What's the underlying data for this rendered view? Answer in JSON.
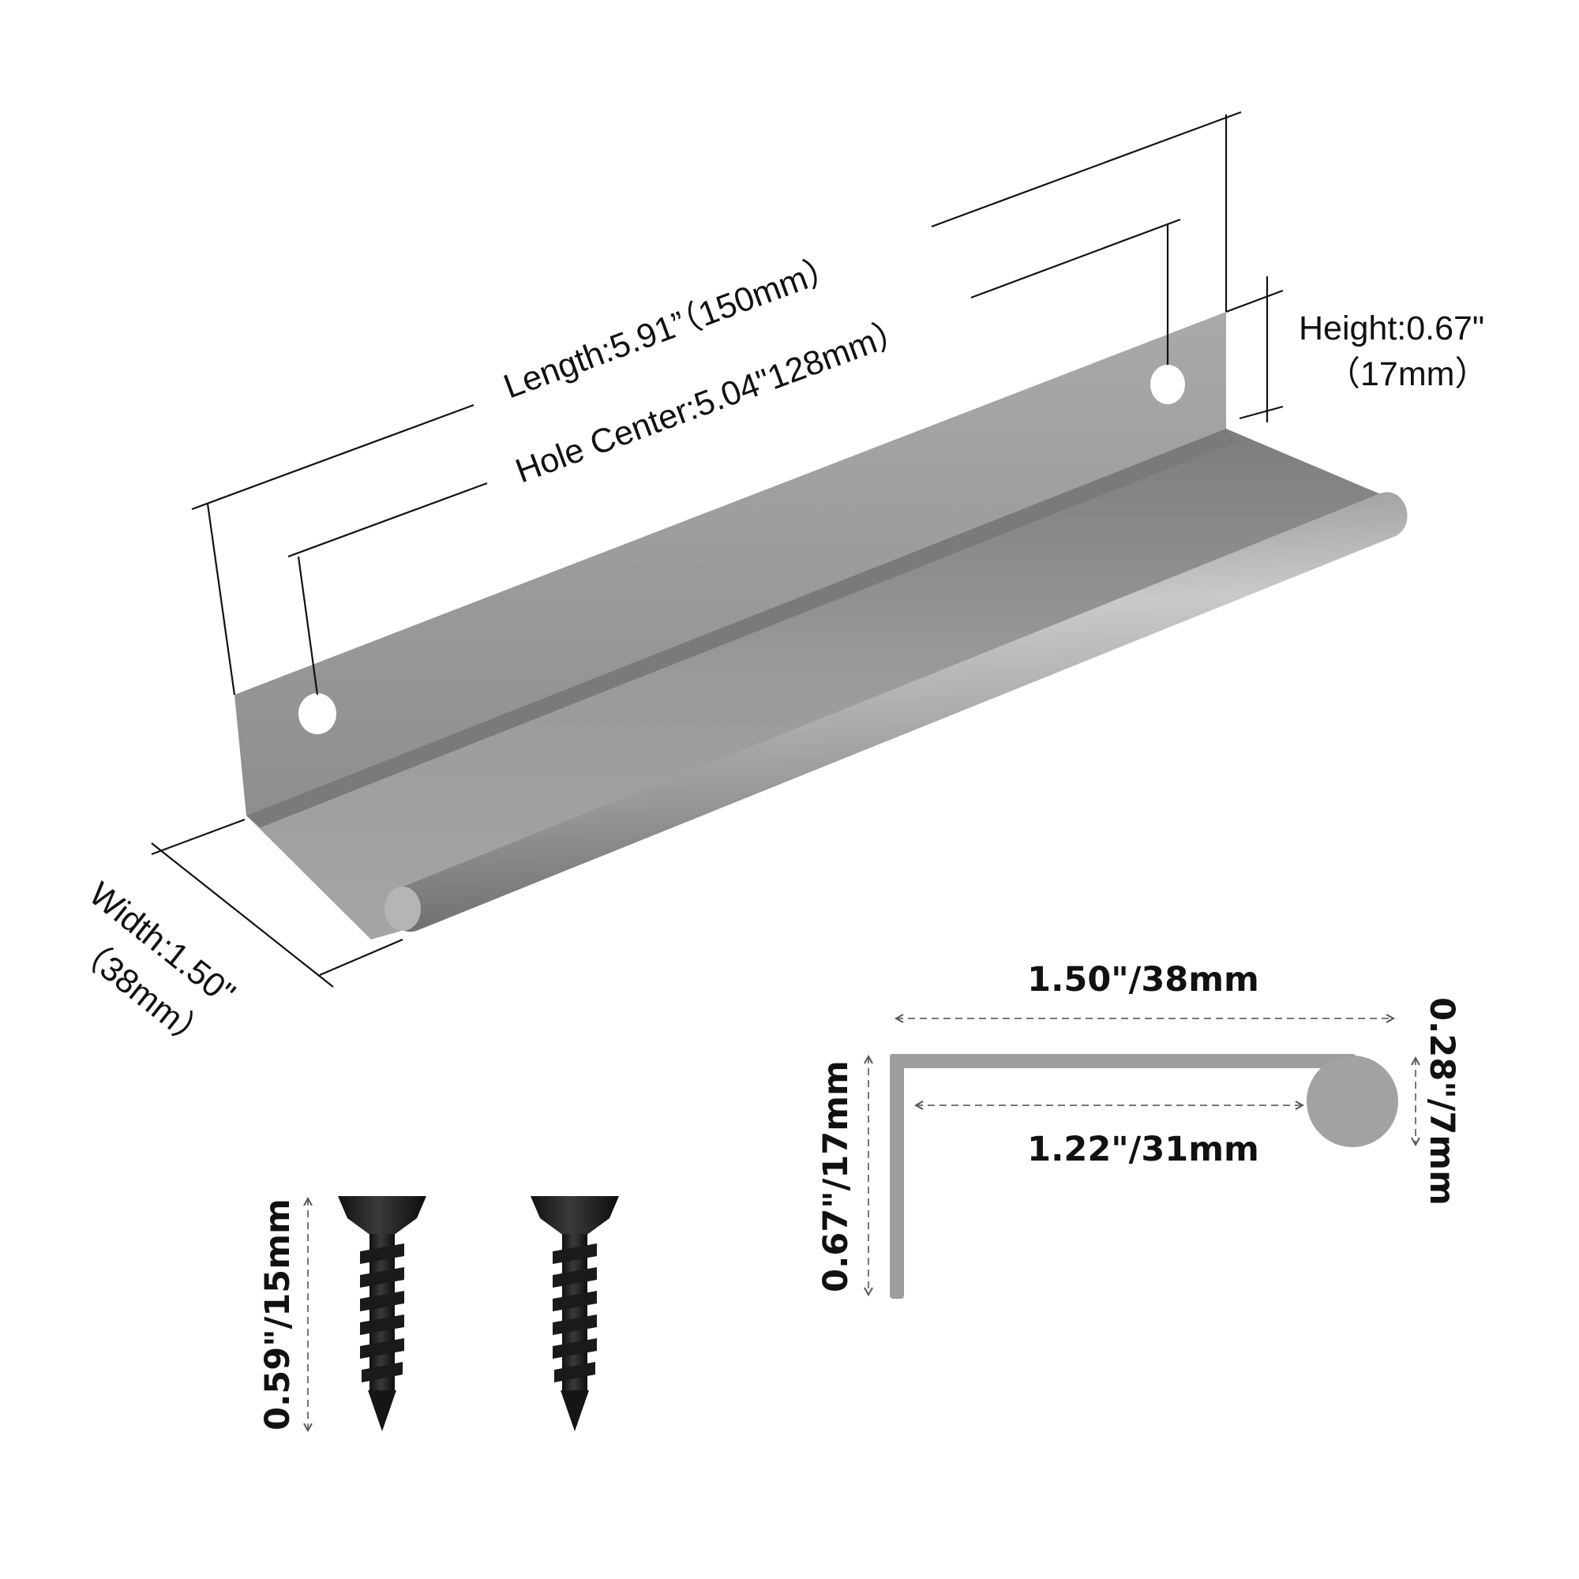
{
  "product_view": {
    "length_label": "Length:5.91”（150mm）",
    "hole_center_label": "Hole Center:5.04\"128mm）",
    "height_label_line1": "Height:0.67\"",
    "height_label_line2": "（17mm）",
    "width_label_line1": "Width:1.50\"",
    "width_label_line2": "（38mm）"
  },
  "profile_view": {
    "overall_width_label": "1.50\"/38mm",
    "inner_width_label": "1.22\"/31mm",
    "height_label": "0.67\"/17mm",
    "lip_diameter_label": "0.28\"/7mm"
  },
  "screws": {
    "length_label": "0.59\"/15mm",
    "count": 2
  },
  "colors": {
    "metal": "#9a9a9c",
    "screw": "#1c1c1c",
    "dimension_line": "#111111",
    "dashed_guide": "#777777"
  }
}
